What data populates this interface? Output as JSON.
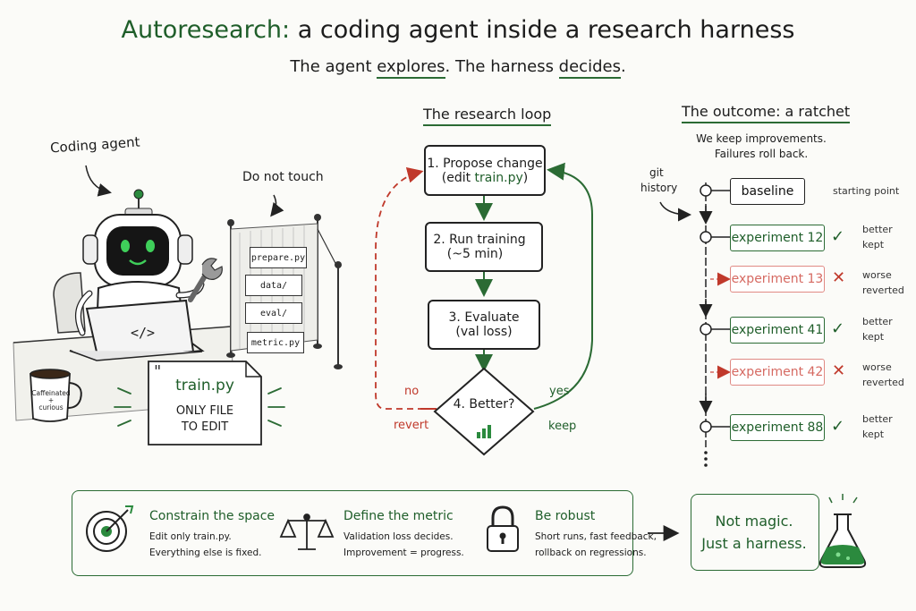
{
  "header": {
    "title_green": "Autoresearch:",
    "title_rest": "a coding agent inside a research harness",
    "subtitle": {
      "p1": "The agent ",
      "w1": "explores",
      "p2": ". The harness ",
      "w2": "decides",
      "p3": "."
    }
  },
  "agent": {
    "label": "Coding agent",
    "code_glyph": "</>",
    "mug_text_1": "Caffeinated",
    "mug_text_2": "+",
    "mug_text_3": "curious",
    "note_title": "train.py",
    "note_line1": "ONLY FILE",
    "note_line2": "TO EDIT",
    "quote_mark": "\""
  },
  "fence": {
    "label": "Do not touch",
    "files": [
      "prepare.py",
      "data/",
      "eval/",
      "metric.py"
    ]
  },
  "loop": {
    "heading": "The research loop",
    "step1_a": "1. Propose change",
    "step1_b_pre": "(edit ",
    "step1_b_file": "train.py",
    "step1_b_post": ")",
    "step2_a": "2. Run training",
    "step2_b": "(~5 min)",
    "step3_a": "3. Evaluate",
    "step3_b": "(val loss)",
    "step4": "4. Better?",
    "no": "no",
    "revert": "revert",
    "yes": "yes",
    "keep": "keep"
  },
  "ratchet": {
    "heading": "The outcome: a ratchet",
    "sub1": "We keep improvements.",
    "sub2": "Failures roll back.",
    "git_label_1": "git",
    "git_label_2": "history",
    "starting_point": "starting point",
    "entries": [
      {
        "label": "baseline"
      },
      {
        "label": "experiment 12",
        "mark": "✓",
        "r1": "better",
        "r2": "kept"
      },
      {
        "label": "experiment 13",
        "mark": "✕",
        "r1": "worse",
        "r2": "reverted"
      },
      {
        "label": "experiment 41",
        "mark": "✓",
        "r1": "better",
        "r2": "kept"
      },
      {
        "label": "experiment 42",
        "mark": "✕",
        "r1": "worse",
        "r2": "reverted"
      },
      {
        "label": "experiment 88",
        "mark": "✓",
        "r1": "better",
        "r2": "kept"
      }
    ]
  },
  "principles": [
    {
      "title": "Constrain the space",
      "l1": "Edit only train.py.",
      "l2": "Everything else is fixed."
    },
    {
      "title": "Define the metric",
      "l1": "Validation loss decides.",
      "l2": "Improvement = progress."
    },
    {
      "title": "Be robust",
      "l1": "Short runs, fast feedback,",
      "l2": "rollback on regressions."
    }
  ],
  "conclusion": {
    "l1": "Not magic.",
    "l2": "Just a harness."
  },
  "colors": {
    "green": "#1f5e2a",
    "red": "#c0392b",
    "ink": "#1c1c1c"
  }
}
